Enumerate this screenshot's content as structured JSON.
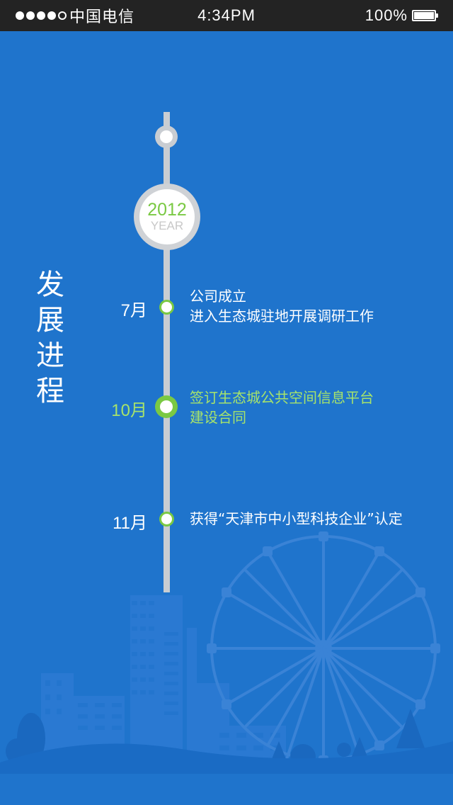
{
  "status_bar": {
    "carrier": "中国电信",
    "time": "4:34PM",
    "battery_percent": "100%",
    "signal_bars_filled": 4,
    "signal_bars_total": 5
  },
  "page": {
    "title": "发展进程"
  },
  "timeline": {
    "year": "2012",
    "year_label": "YEAR",
    "events": [
      {
        "month": "7月",
        "line1": "公司成立",
        "line2": "进入生态城驻地开展调研工作",
        "active": false
      },
      {
        "month": "10月",
        "line1": "签订生态城公共空间信息平台",
        "line2": "建设合同",
        "active": true
      },
      {
        "month": "11月",
        "line1": "获得“天津市中小型科技企业”认定",
        "line2": "",
        "active": false
      }
    ]
  },
  "colors": {
    "background": "#1f74cc",
    "status_bar": "#232323",
    "accent_green": "#7ac943",
    "active_text": "#a6e36b",
    "timeline_gray": "#c9cdd2"
  }
}
